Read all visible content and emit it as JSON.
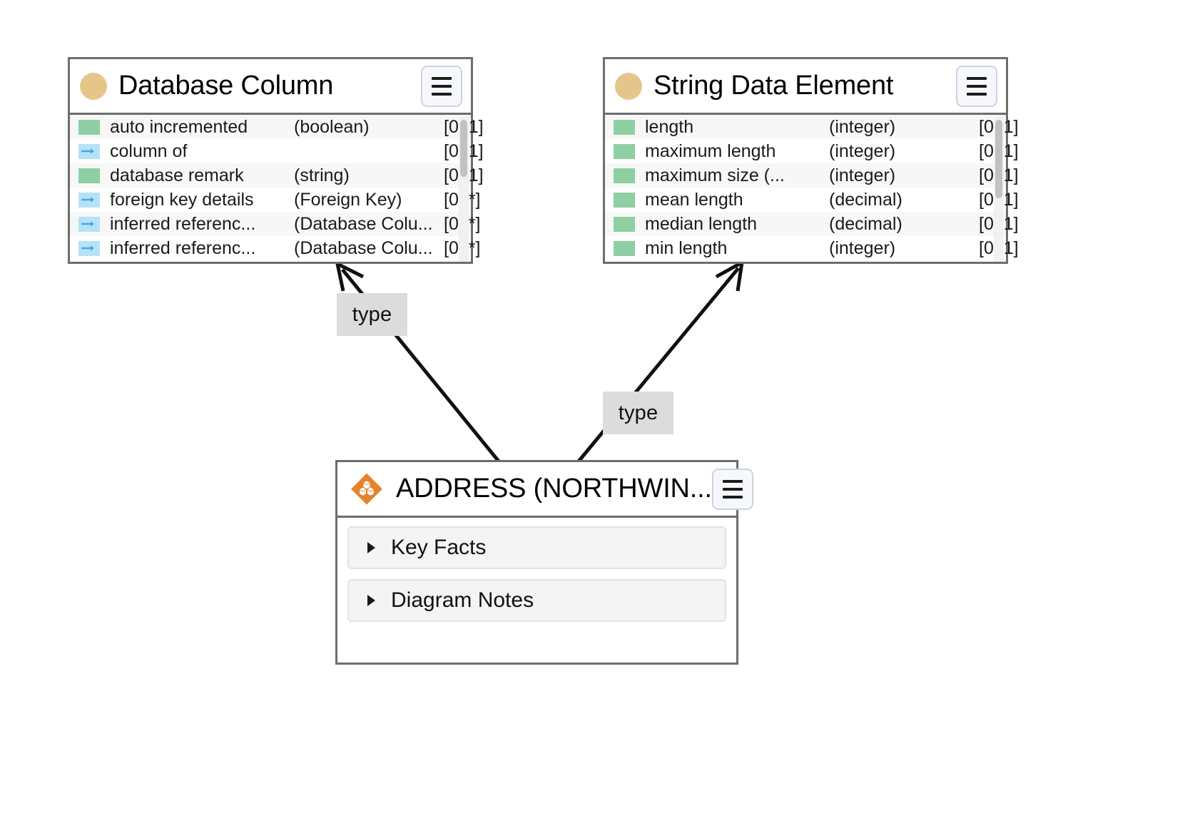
{
  "diagram": {
    "background": "#ffffff",
    "node_border_color": "#6d6d6d",
    "attribute_icon_color": "#8fcfa4",
    "relation_icon_color": "#b5e2f7",
    "class_icon_color": "#e6c58a",
    "instance_icon_color": "#e8812c",
    "edge_label_bg": "#dcdcdc"
  },
  "nodes": {
    "database_column": {
      "title": "Database Column",
      "icon": "class-circle-icon",
      "menu_icon": "hamburger-menu-icon",
      "rows": [
        {
          "icon": "attribute-icon",
          "kind": "attribute",
          "name": "auto incremented",
          "type": "(boolean)",
          "cardinality": "[0..1]"
        },
        {
          "icon": "relation-arrow-icon",
          "kind": "relation",
          "name": "column of",
          "type": "",
          "cardinality": "[0..1]"
        },
        {
          "icon": "attribute-icon",
          "kind": "attribute",
          "name": "database remark",
          "type": "(string)",
          "cardinality": "[0..1]"
        },
        {
          "icon": "relation-arrow-icon",
          "kind": "relation",
          "name": "foreign key details",
          "type": "(Foreign Key)",
          "cardinality": "[0..*]"
        },
        {
          "icon": "relation-arrow-icon",
          "kind": "relation",
          "name": "inferred referenc...",
          "type": "(Database Colu...",
          "cardinality": "[0..*]"
        },
        {
          "icon": "relation-arrow-icon",
          "kind": "relation",
          "name": "inferred referenc...",
          "type": "(Database Colu...",
          "cardinality": "[0..*]"
        }
      ]
    },
    "string_data_element": {
      "title": "String Data Element",
      "icon": "class-circle-icon",
      "menu_icon": "hamburger-menu-icon",
      "rows": [
        {
          "icon": "attribute-icon",
          "kind": "attribute",
          "name": "length",
          "type": "(integer)",
          "cardinality": "[0..1]"
        },
        {
          "icon": "attribute-icon",
          "kind": "attribute",
          "name": "maximum length",
          "type": "(integer)",
          "cardinality": "[0..1]"
        },
        {
          "icon": "attribute-icon",
          "kind": "attribute",
          "name": "maximum size (...",
          "type": "(integer)",
          "cardinality": "[0..1]"
        },
        {
          "icon": "attribute-icon",
          "kind": "attribute",
          "name": "mean length",
          "type": "(decimal)",
          "cardinality": "[0..1]"
        },
        {
          "icon": "attribute-icon",
          "kind": "attribute",
          "name": "median length",
          "type": "(decimal)",
          "cardinality": "[0..1]"
        },
        {
          "icon": "attribute-icon",
          "kind": "attribute",
          "name": "min length",
          "type": "(integer)",
          "cardinality": "[0..1]"
        }
      ]
    },
    "address_instance": {
      "title": "ADDRESS (NORTHWIN...",
      "icon": "instance-diamond-icon",
      "menu_icon": "hamburger-menu-icon",
      "sections": [
        {
          "label": "Key Facts",
          "expand_icon": "triangle-right-icon",
          "expanded": false
        },
        {
          "label": "Diagram Notes",
          "expand_icon": "triangle-right-icon",
          "expanded": false
        }
      ]
    }
  },
  "edges": [
    {
      "label": "type",
      "from": "address_instance",
      "to": "database_column",
      "arrow": "open-arrowhead"
    },
    {
      "label": "type",
      "from": "address_instance",
      "to": "string_data_element",
      "arrow": "open-arrowhead"
    }
  ]
}
